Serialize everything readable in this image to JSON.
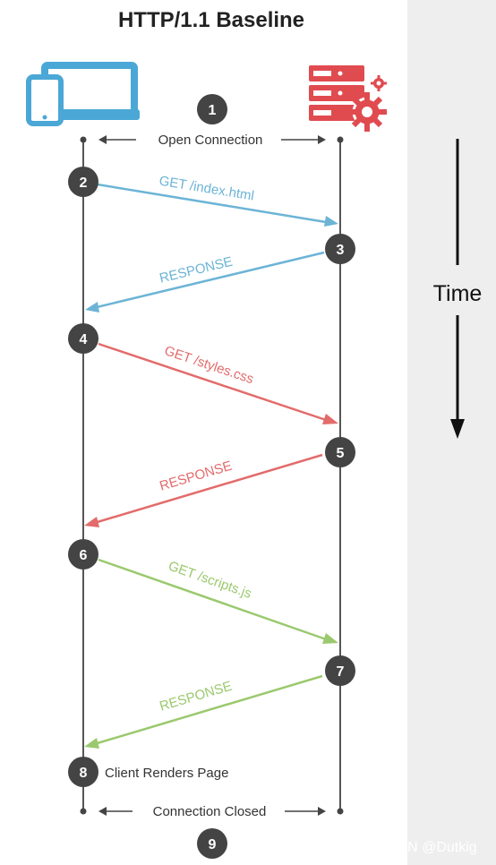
{
  "title": "HTTP/1.1 Baseline",
  "time_label": "Time",
  "watermark": "CSDN @Dutkig",
  "open_connection_label": "Open Connection",
  "closed_connection_label": "Connection Closed",
  "client_renders_label": "Client Renders Page",
  "steps": [
    "1",
    "2",
    "3",
    "4",
    "5",
    "6",
    "7",
    "8",
    "9"
  ],
  "messages": [
    {
      "label": "GET /index.html",
      "color": "#6cb4d6",
      "direction": "client-to-server"
    },
    {
      "label": "RESPONSE",
      "color": "#6cb4d6",
      "direction": "server-to-client"
    },
    {
      "label": "GET /styles.css",
      "color": "#e36b6b",
      "direction": "client-to-server"
    },
    {
      "label": "RESPONSE",
      "color": "#e36b6b",
      "direction": "server-to-client"
    },
    {
      "label": "GET /scripts.js",
      "color": "#9bc96e",
      "direction": "client-to-server"
    },
    {
      "label": "RESPONSE",
      "color": "#9bc96e",
      "direction": "server-to-client"
    }
  ],
  "icons": {
    "client": "laptop-phone-icon",
    "server": "server-gear-icon",
    "client_color": "#4ba7d6",
    "server_color": "#e04b50"
  },
  "colors": {
    "timeline": "#555555",
    "step_circle": "#444444",
    "text": "#333333"
  }
}
